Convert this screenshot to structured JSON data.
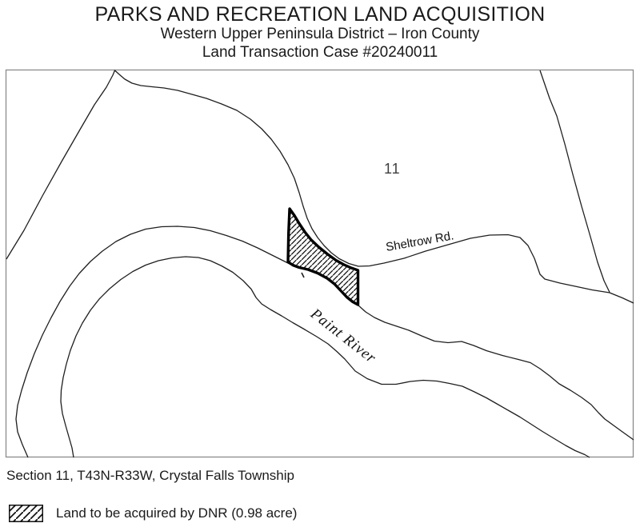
{
  "header": {
    "title": "PARKS AND RECREATION LAND ACQUISITION",
    "subtitle1": "Western Upper Peninsula District – Iron County",
    "subtitle2": "Land Transaction Case #20240011"
  },
  "map": {
    "section_label": "11",
    "road_label": "Sheltrow Rd.",
    "river_label": "Paint River",
    "features": {
      "acquisition_parcel": "hatched polygon between Sheltrow Rd. and Paint River",
      "legend_swatch_icon": "diagonal-hatch-swatch"
    },
    "colors": {
      "frame_border": "#8a8a8a",
      "map_lines": "#1f1f1f",
      "parcel_outline": "#000000",
      "section_number_text": "#3f3f3f"
    }
  },
  "footer": {
    "location_line": "Section 11, T43N-R33W, Crystal Falls Township",
    "legend_label": "Land to be acquired by DNR (0.98 acre)"
  }
}
